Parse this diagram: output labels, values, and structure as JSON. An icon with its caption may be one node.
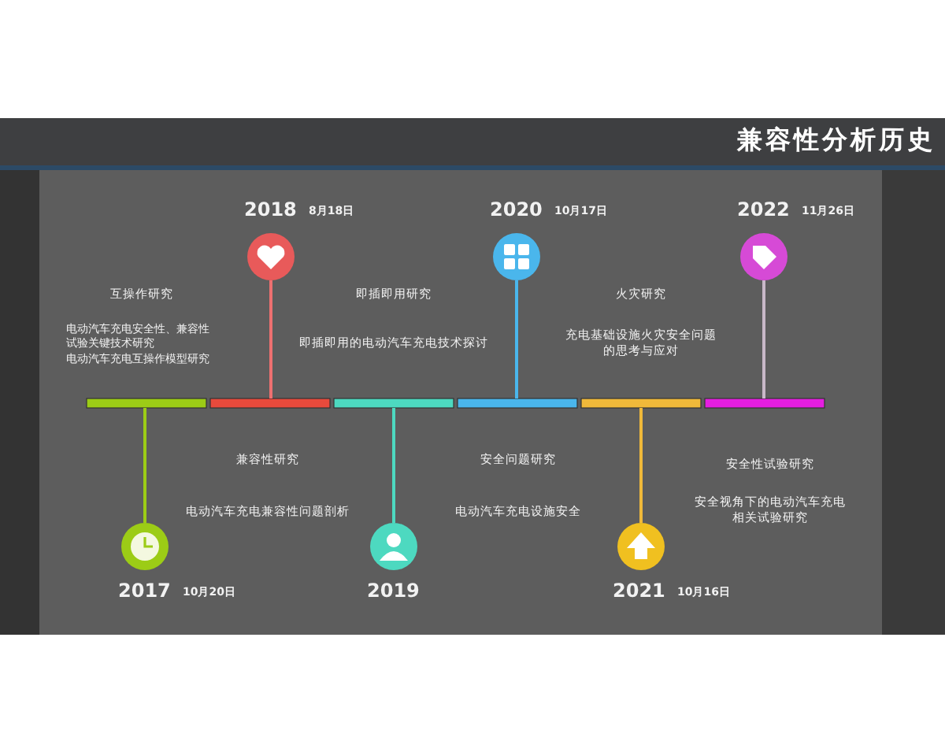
{
  "diagram": {
    "title": "兼容性分析历史",
    "labels": [
      "2018",
      "8月18日",
      "2020",
      "10月17日",
      "2022",
      "11月26日",
      "互操作研究",
      "电动汽车充电安全性、兼容性试验关键技术研究",
      "电动汽车充电互操作模型研究",
      "即插即用研究",
      "即插即用的电动汽车充电技术探讨",
      "火灾研究",
      "充电基础设施火灾安全问题的思考与应对",
      "兼容性研究",
      "电动汽车充电兼容性问题剖析",
      "安全问题研究",
      "电动汽车充电设施安全",
      "安全性试验研究",
      "安全视角下的电动汽车充电相关试验研究",
      "2017",
      "10月20日",
      "2019",
      "2021",
      "10月16日"
    ]
  }
}
